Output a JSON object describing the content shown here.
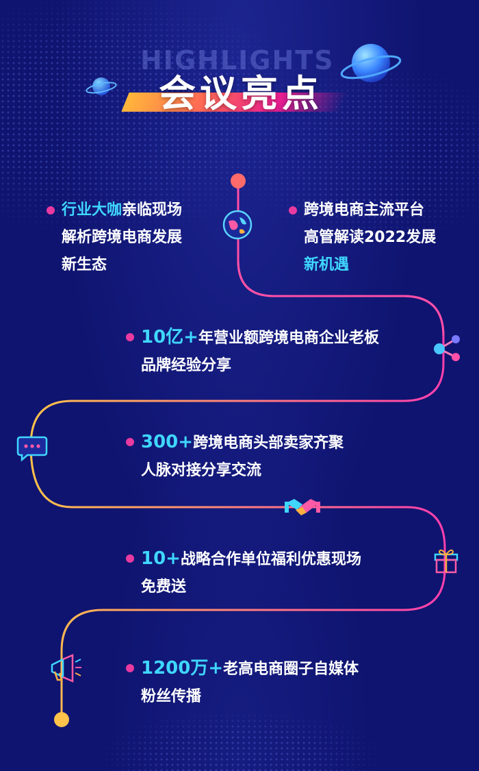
{
  "header": {
    "bg_text": "HIGHLIGHTS",
    "title": "会议亮点"
  },
  "colors": {
    "background": "#0f1470",
    "accent_cyan": "#3fd7ff",
    "accent_pink": "#e93aa0",
    "accent_orange": "#ffb73a"
  },
  "items": [
    {
      "lines": [
        {
          "hl": "行业大咖",
          "rest": "亲临现场"
        },
        {
          "hl": "",
          "rest": "解析跨境电商发展"
        },
        {
          "hl": "",
          "rest": "新生态"
        }
      ]
    },
    {
      "lines": [
        {
          "rest": "跨境电商主流平台"
        },
        {
          "rest": "高管解读2022发展"
        },
        {
          "hl": "新机遇",
          "rest": ""
        }
      ]
    },
    {
      "lines": [
        {
          "hl": "10亿+",
          "rest": "年营业额跨境电商企业老板"
        },
        {
          "hl": "",
          "rest": "品牌经验分享"
        }
      ]
    },
    {
      "lines": [
        {
          "hl": "300+",
          "rest": "跨境电商头部卖家齐聚"
        },
        {
          "hl": "",
          "rest": "人脉对接分享交流"
        }
      ]
    },
    {
      "lines": [
        {
          "hl": "10+",
          "rest": "战略合作单位福利优惠现场"
        },
        {
          "hl": "",
          "rest": "免费送"
        }
      ]
    },
    {
      "lines": [
        {
          "hl": "1200万+",
          "rest": "老高电商圈子自媒体"
        },
        {
          "hl": "",
          "rest": "粉丝传播"
        }
      ]
    }
  ],
  "icons": [
    "globe-icon",
    "share-icon",
    "chat-bubble-icon",
    "handshake-icon",
    "gift-icon",
    "megaphone-icon"
  ]
}
